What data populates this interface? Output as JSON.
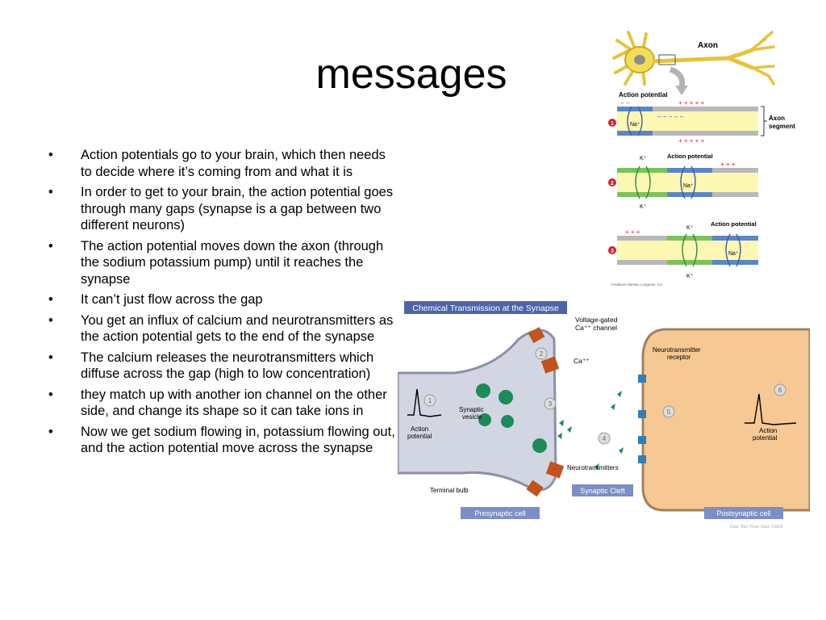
{
  "slide": {
    "title": "messages",
    "bullets": [
      "Action potentials go to your brain, which then needs to decide where it’s coming from and what it is",
      "In order to get to your brain, the action potential goes through many gaps (synapse is a gap between two different neurons)",
      "The action potential moves down the axon (through the sodium potassium pump) until it reaches the synapse",
      "It can’t just flow across the gap",
      "You get an influx of calcium and neurotransmitters as the action potential gets to the end of the synapse",
      "The calcium releases the neurotransmitters which diffuse across the gap (high to low concentration)",
      "they match up with another ion channel on the other side, and change its shape so it can take ions in",
      "Now we get sodium flowing in, potassium flowing out, and the action potential move across the synapse"
    ],
    "bullet_glyph": "•"
  },
  "axon_figure": {
    "axon_label": "Axon",
    "action_potential_label": "Action potential",
    "axon_segment_label": "Axon\nsegment",
    "step_numbers": [
      "1",
      "2",
      "3"
    ],
    "na_label": "Na⁺",
    "k_label": "K⁺",
    "copyright": "©Addison Wesley Longman, Inc.",
    "accent_red": "#d42027",
    "membrane_yellow": "#fdf7b4",
    "membrane_blue": "#5b86c5",
    "membrane_green": "#7cc25a"
  },
  "synapse_figure": {
    "title": "Chemical Transmission at the Synapse",
    "voltage_gated_label": "Voltage-gated\nCa⁺⁺ channel",
    "ca_label": "Ca⁺⁺",
    "synaptic_vesicle_label": "Synaptic\nvesicle",
    "action_potential_left": "Action\npotential",
    "action_potential_right": "Action\npotential",
    "neurotransmitter_receptor_label": "Neurotransmitter\nreceptor",
    "neurotransmitters_label": "Neurotransmitters",
    "terminal_bulb_label": "Terminal bulb",
    "synaptic_cleft_label": "Synaptic Cleft",
    "presynaptic_label": "Presynaptic cell",
    "postsynaptic_label": "Postsynaptic cell",
    "step_numbers": [
      "1",
      "2",
      "3",
      "4",
      "5",
      "6"
    ],
    "credit": "Dept. Biol. Penn State ©2003",
    "title_bar_color": "#4e64a8",
    "presynaptic_fill": "#d2d6e2",
    "postsynaptic_fill": "#f5c894",
    "vesicle_color": "#1e8a5a"
  }
}
